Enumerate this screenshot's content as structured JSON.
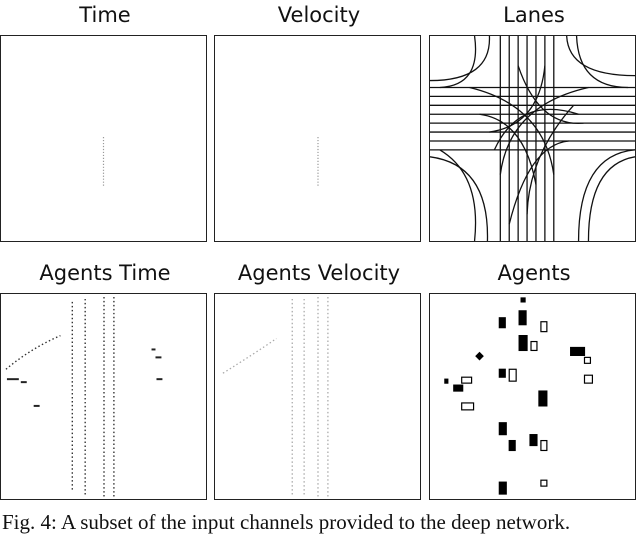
{
  "panels": {
    "time": "Time",
    "velocity": "Velocity",
    "lanes": "Lanes",
    "agents_time": "Agents Time",
    "agents_velocity": "Agents Velocity",
    "agents": "Agents"
  },
  "caption": "Fig. 4: A subset of the input channels provided to the deep network."
}
